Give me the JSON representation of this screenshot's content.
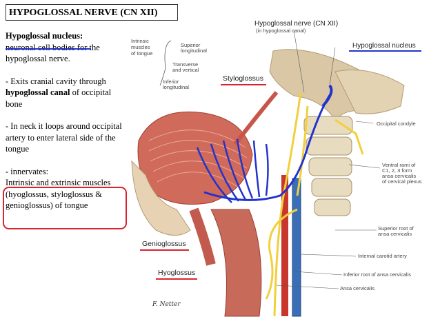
{
  "title": "HYPOGLOSSAL NERVE (CN XII)",
  "notes": {
    "nucleus_heading": "Hypoglossal nucleus:",
    "nucleus_text": "neuronal cell bodies for the hypoglossal nerve.",
    "exit_text_a": "- Exits cranial cavity through ",
    "exit_bold": "hypoglossal canal",
    "exit_text_b": " of occipital bone",
    "loop_text": "- In neck it loops around occipital artery to enter lateral side of the tongue",
    "innervates_label": "- innervates:",
    "innervates_text": "Intrinsic and extrinsic muscles (hyoglossus, styloglossus & genioglossus) of tongue"
  },
  "labels": {
    "cn12": "Hypoglossal nerve (CN XII)",
    "cn12_sub": "(in hypoglossal canal)",
    "nucleus": "Hypoglossal nucleus",
    "styloglossus": "Styloglossus",
    "genioglossus": "Genioglossus",
    "hyoglossus": "Hyoglossus",
    "intrinsic": [
      "Intrinsic",
      "muscles",
      "of tongue"
    ],
    "superior_long": [
      "Superior",
      "longitudinal"
    ],
    "transverse": [
      "Transverse",
      "and vertical"
    ],
    "inferior_long": [
      "Inferior",
      "longitudinal"
    ],
    "occipital_condyle": "Occipital condyle",
    "ventral_rami": [
      "Ventral rami of",
      "C1, 2, 3 form",
      "ansa cervicalis",
      "of cervical plexus"
    ],
    "superior_root": [
      "Superior root of",
      "ansa cervicalis"
    ],
    "internal_carotid": "Internal carotid artery",
    "inferior_root": "Inferior root of ansa cervicalis",
    "ansa_cervicalis": "Ansa cervicalis",
    "signature": "F. Netter"
  },
  "colors": {
    "highlight_blue": "#2233cc",
    "highlight_red": "#d9232e",
    "nerve_yellow": "#f2cf3c"
  }
}
